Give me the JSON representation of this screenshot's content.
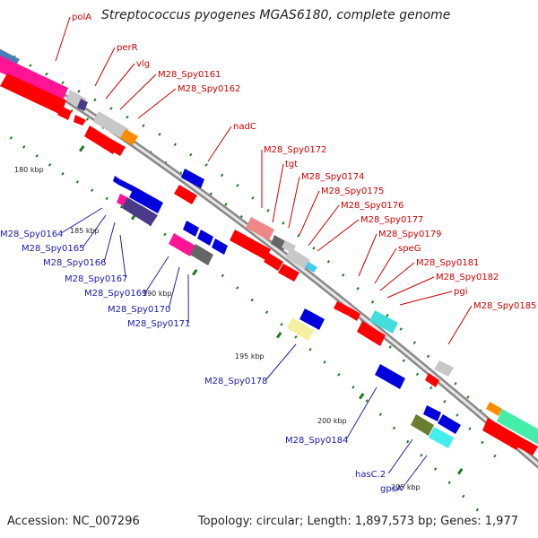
{
  "title": "Streptococcus pyogenes MGAS6180, complete genome",
  "footer": {
    "accession": "Accession: NC_007296",
    "topology": "Topology: circular; Length: 1,897,573 bp; Genes: 1,977"
  },
  "ticks": [
    "180 kbp",
    "185 kbp",
    "190 kbp",
    "195 kbp",
    "200 kbp",
    "205 kbp"
  ],
  "forward_labels": [
    "polA",
    "perR",
    "vlg",
    "M28_Spy0161",
    "M28_Spy0162",
    "nadC",
    "M28_Spy0172",
    "tgt",
    "M28_Spy0174",
    "M28_Spy0175",
    "M28_Spy0176",
    "M28_Spy0177",
    "M28_Spy0179",
    "speG",
    "M28_Spy0181",
    "M28_Spy0182",
    "pgi",
    "M28_Spy0185"
  ],
  "reverse_labels": [
    "M28_Spy0164",
    "M28_Spy0165",
    "M28_Spy0166",
    "M28_Spy0167",
    "M28_Spy0169",
    "M28_Spy0170",
    "M28_Spy0171",
    "M28_Spy0178",
    "M28_Spy0184",
    "hasC.2",
    "gpsA"
  ],
  "colors": {
    "forward_label": "#cc0000",
    "reverse_label": "#1a1aaa",
    "forward_gene": "#ff0000",
    "reverse_gene": "#0000dd",
    "backbone": "#888888",
    "tick": "#1f7a1f"
  }
}
